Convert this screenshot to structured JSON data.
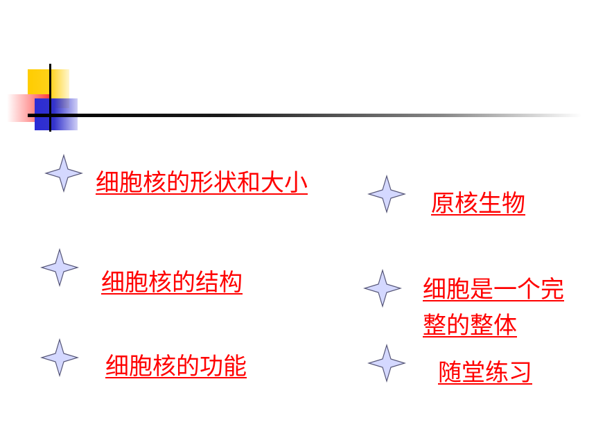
{
  "slide": {
    "links": [
      {
        "id": "shape-size",
        "label": "细胞核的形状和大小"
      },
      {
        "id": "structure",
        "label": "细胞核的结构"
      },
      {
        "id": "function",
        "label": "细胞核的功能"
      },
      {
        "id": "prokaryote",
        "label": "原核生物"
      },
      {
        "id": "cell-whole",
        "label": "细胞是一个完整的整体"
      },
      {
        "id": "exercise",
        "label": "随堂练习"
      }
    ],
    "icons": {
      "bullet": "four-point-star-icon"
    },
    "colors": {
      "link": "#ff0000",
      "star_fill": "#d4d8ff",
      "star_stroke": "#555577",
      "deco_yellow": "#ffcc00",
      "deco_red": "#ff3a3a",
      "deco_blue": "#3333cc",
      "rule": "#000000"
    }
  }
}
